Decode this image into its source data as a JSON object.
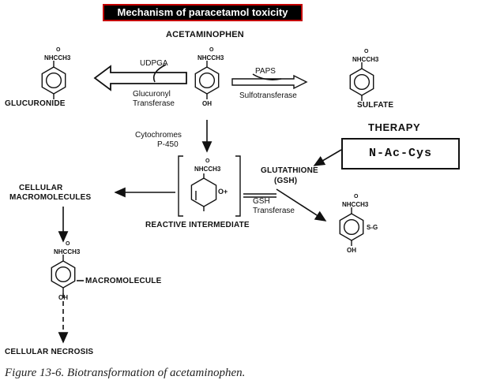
{
  "title": "Mechanism of paracetamol toxicity",
  "header_label": "ACETAMINOPHEN",
  "structure_labels": {
    "glucuronide": "GLUCURONIDE",
    "sulfate": "SULFATE"
  },
  "enzymes": {
    "udpga": "UDPGA",
    "glucuronyl_1": "Glucuronyl",
    "glucuronyl_2": "Transferase",
    "paps": "PAPS",
    "sulfo": "Sulfotransferase",
    "cyp_1": "Cytochromes",
    "cyp_2": "P-450",
    "gsh_1": "GSH",
    "gsh_2": "Transferase"
  },
  "therapy": {
    "heading": "THERAPY",
    "drug": "N-Ac-Cys"
  },
  "glutathione": {
    "line1": "GLUTATHIONE",
    "line2": "(GSH)"
  },
  "reactive": "REACTIVE INTERMEDIATE",
  "cellular": {
    "line1": "CELLULAR",
    "line2": "MACROMOLECULES"
  },
  "macromolecule": "MACROMOLECULE",
  "necrosis": "CELLULAR NECROSIS",
  "caption": "Figure 13-6.  Biotransformation of acetaminophen.",
  "chem": {
    "amide": "NHCCH3",
    "oh": "OH",
    "o": "O",
    "sg": "S-G",
    "o_plus": "O+"
  }
}
